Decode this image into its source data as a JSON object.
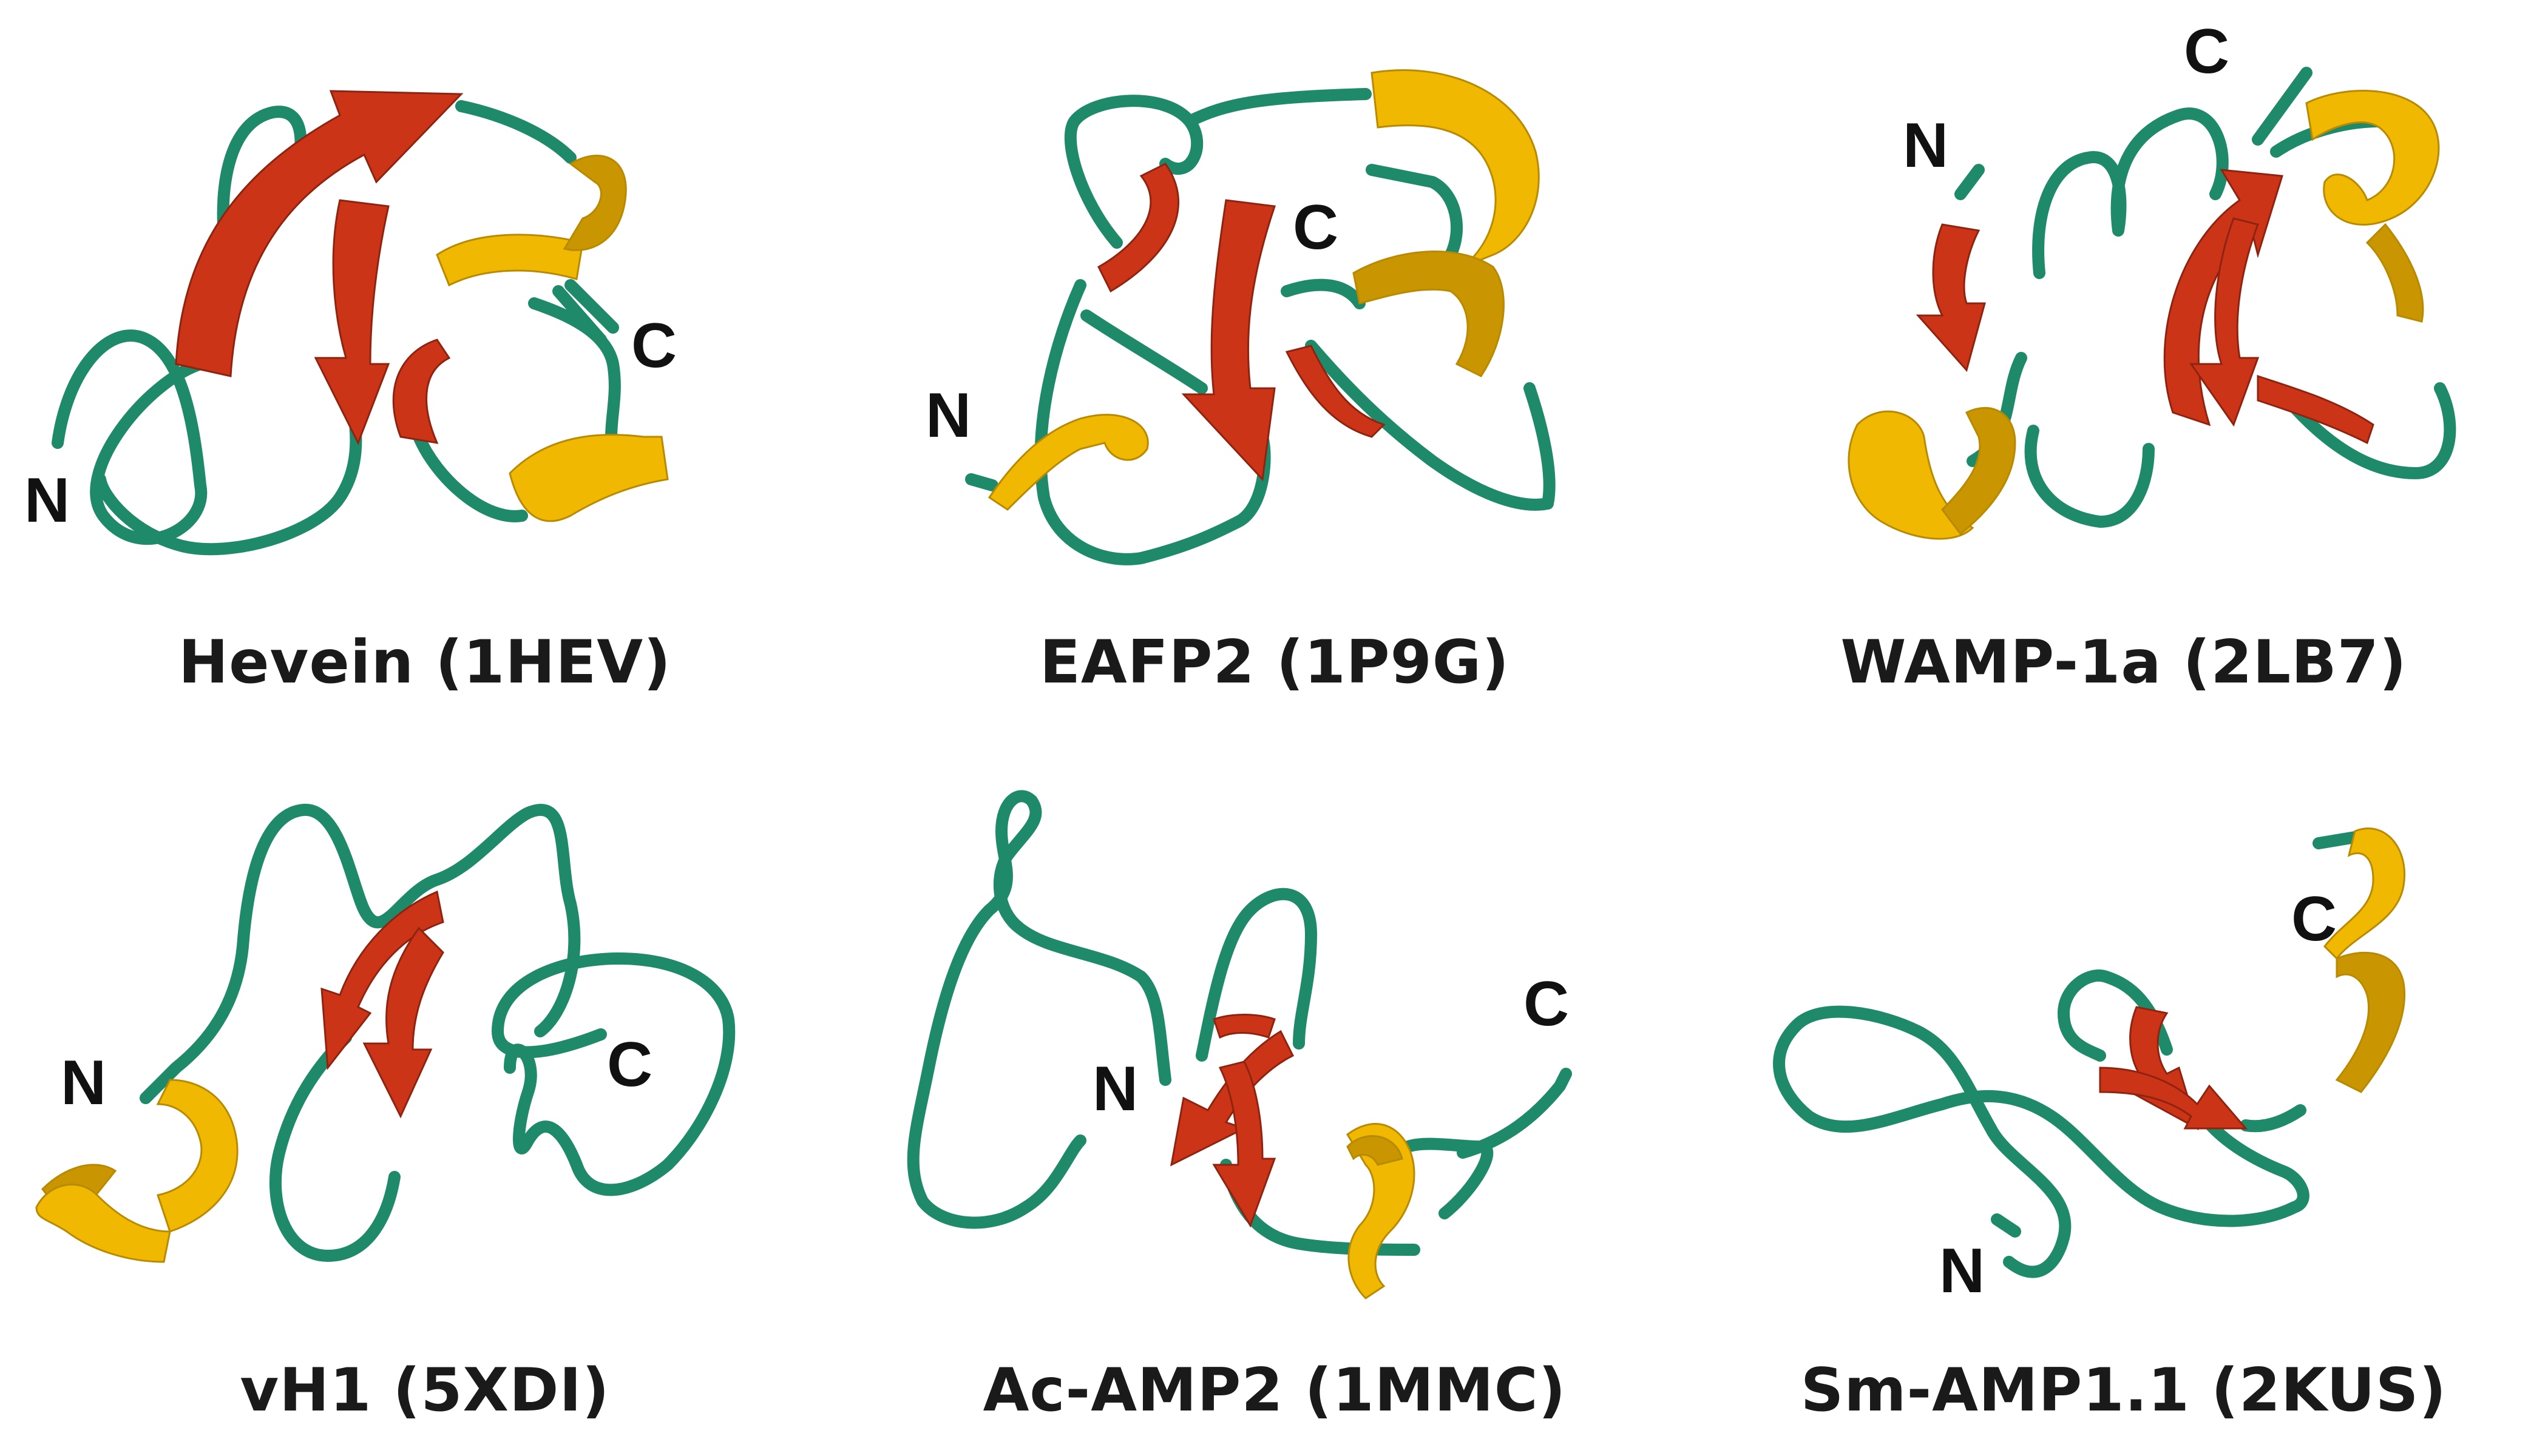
{
  "colors": {
    "coil": "#1f8a6a",
    "helix": "#f0b800",
    "helix_shade": "#c99500",
    "strand": "#cc3418"
  },
  "panels": [
    {
      "caption": "Hevein (1HEV)",
      "n_label": "N",
      "c_label": "C"
    },
    {
      "caption": "EAFP2 (1P9G)",
      "n_label": "N",
      "c_label": "C"
    },
    {
      "caption": "WAMP-1a (2LB7)",
      "n_label": "N",
      "c_label": "C"
    },
    {
      "caption": "vH1 (5XDI)",
      "n_label": "N",
      "c_label": "C"
    },
    {
      "caption": "Ac-AMP2 (1MMC)",
      "n_label": "N",
      "c_label": "C"
    },
    {
      "caption": "Sm-AMP1.1 (2KUS)",
      "n_label": "N",
      "c_label": "C"
    }
  ]
}
